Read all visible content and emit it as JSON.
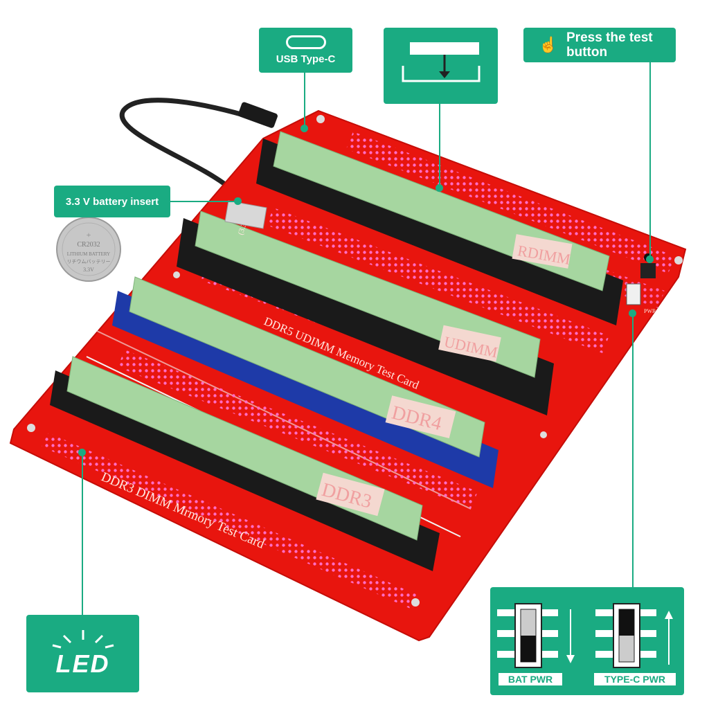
{
  "callouts": {
    "usb": "USB Type-C",
    "test_button": "Press the test button",
    "battery": "3.3 V battery insert",
    "led": "LED"
  },
  "battery_coin": {
    "model": "CR2032",
    "line1": "LITHIUM BATTERY",
    "line2": "リチウムバッテリー",
    "voltage": "3.3V"
  },
  "board": {
    "rdimm_label": "RDIMM",
    "udimm_label": "UDIMM",
    "ddr4_label": "DDR4",
    "ddr3_label": "DDR3",
    "ddr5_title": "DDR5  UDIMM  Memory  Test  Card",
    "ddr3_title": "DDR3  DIMM  Mrmory  Test  Card",
    "voltage_mark": "(3.3V)",
    "pwr_mark": "PWR"
  },
  "switches": {
    "bat_label": "BAT  PWR",
    "typec_label": "TYPE-C  PWR"
  },
  "colors": {
    "accent": "#1aab82",
    "pcb": "#e8150e",
    "module": "#a6d6a0",
    "slot_black": "#1a1a1a",
    "slot_blue": "#1e3aa8",
    "led": "#ff4fb0"
  }
}
